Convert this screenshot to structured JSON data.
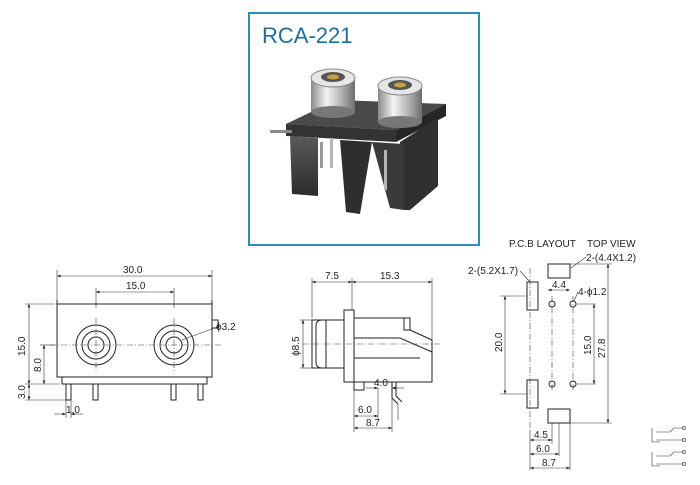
{
  "product": {
    "model": "RCA-221",
    "frame_color": "#2a8fb8",
    "title_color": "#1d6fa3"
  },
  "front_view": {
    "width": "30.0",
    "spacing": "15.0",
    "height": "15.0",
    "center_height": "8.0",
    "pin_offset": "3.0",
    "pin_width": "1.0",
    "hole_dia": "ϕ3.2"
  },
  "side_view": {
    "front_len": "7.5",
    "body_len": "15.3",
    "dia": "ϕ8.5",
    "pin_a": "4.0",
    "pin_b": "6.0",
    "pin_c": "8.7"
  },
  "pcb_layout": {
    "title_left": "P.C.B LAYOUT",
    "title_right": "TOP VIEW",
    "slot_small": "2-(4.4X1.2)",
    "slot_large": "2-(5.2X1.7)",
    "slot_width": "4.4",
    "holes": "4-ϕ1.2",
    "span": "20.0",
    "pitch": "15.0",
    "total": "27.8",
    "off_a": "4.5",
    "off_b": "6.0",
    "off_c": "8.7"
  }
}
